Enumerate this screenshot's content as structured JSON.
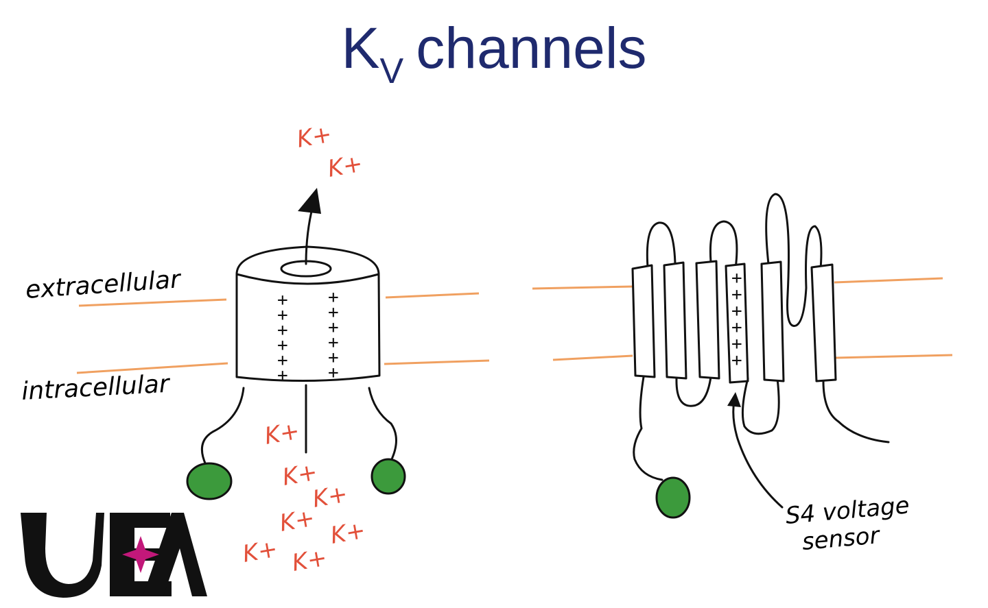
{
  "title": {
    "main": "K",
    "subscript": "V",
    "rest": "channels"
  },
  "labels": {
    "extracellular": "extracellular",
    "intracellular": "intracellular",
    "sensor_line1": "S4 voltage",
    "sensor_line2": "sensor"
  },
  "ion_label": "K+",
  "charge_symbol": "+",
  "logo": {
    "text": "UEA",
    "accent_color": "#c2187a"
  },
  "colors": {
    "title": "#1f2a6e",
    "ion": "#e2503a",
    "membrane": "#f0a060",
    "inactivation_ball": "#3c9a3c"
  }
}
